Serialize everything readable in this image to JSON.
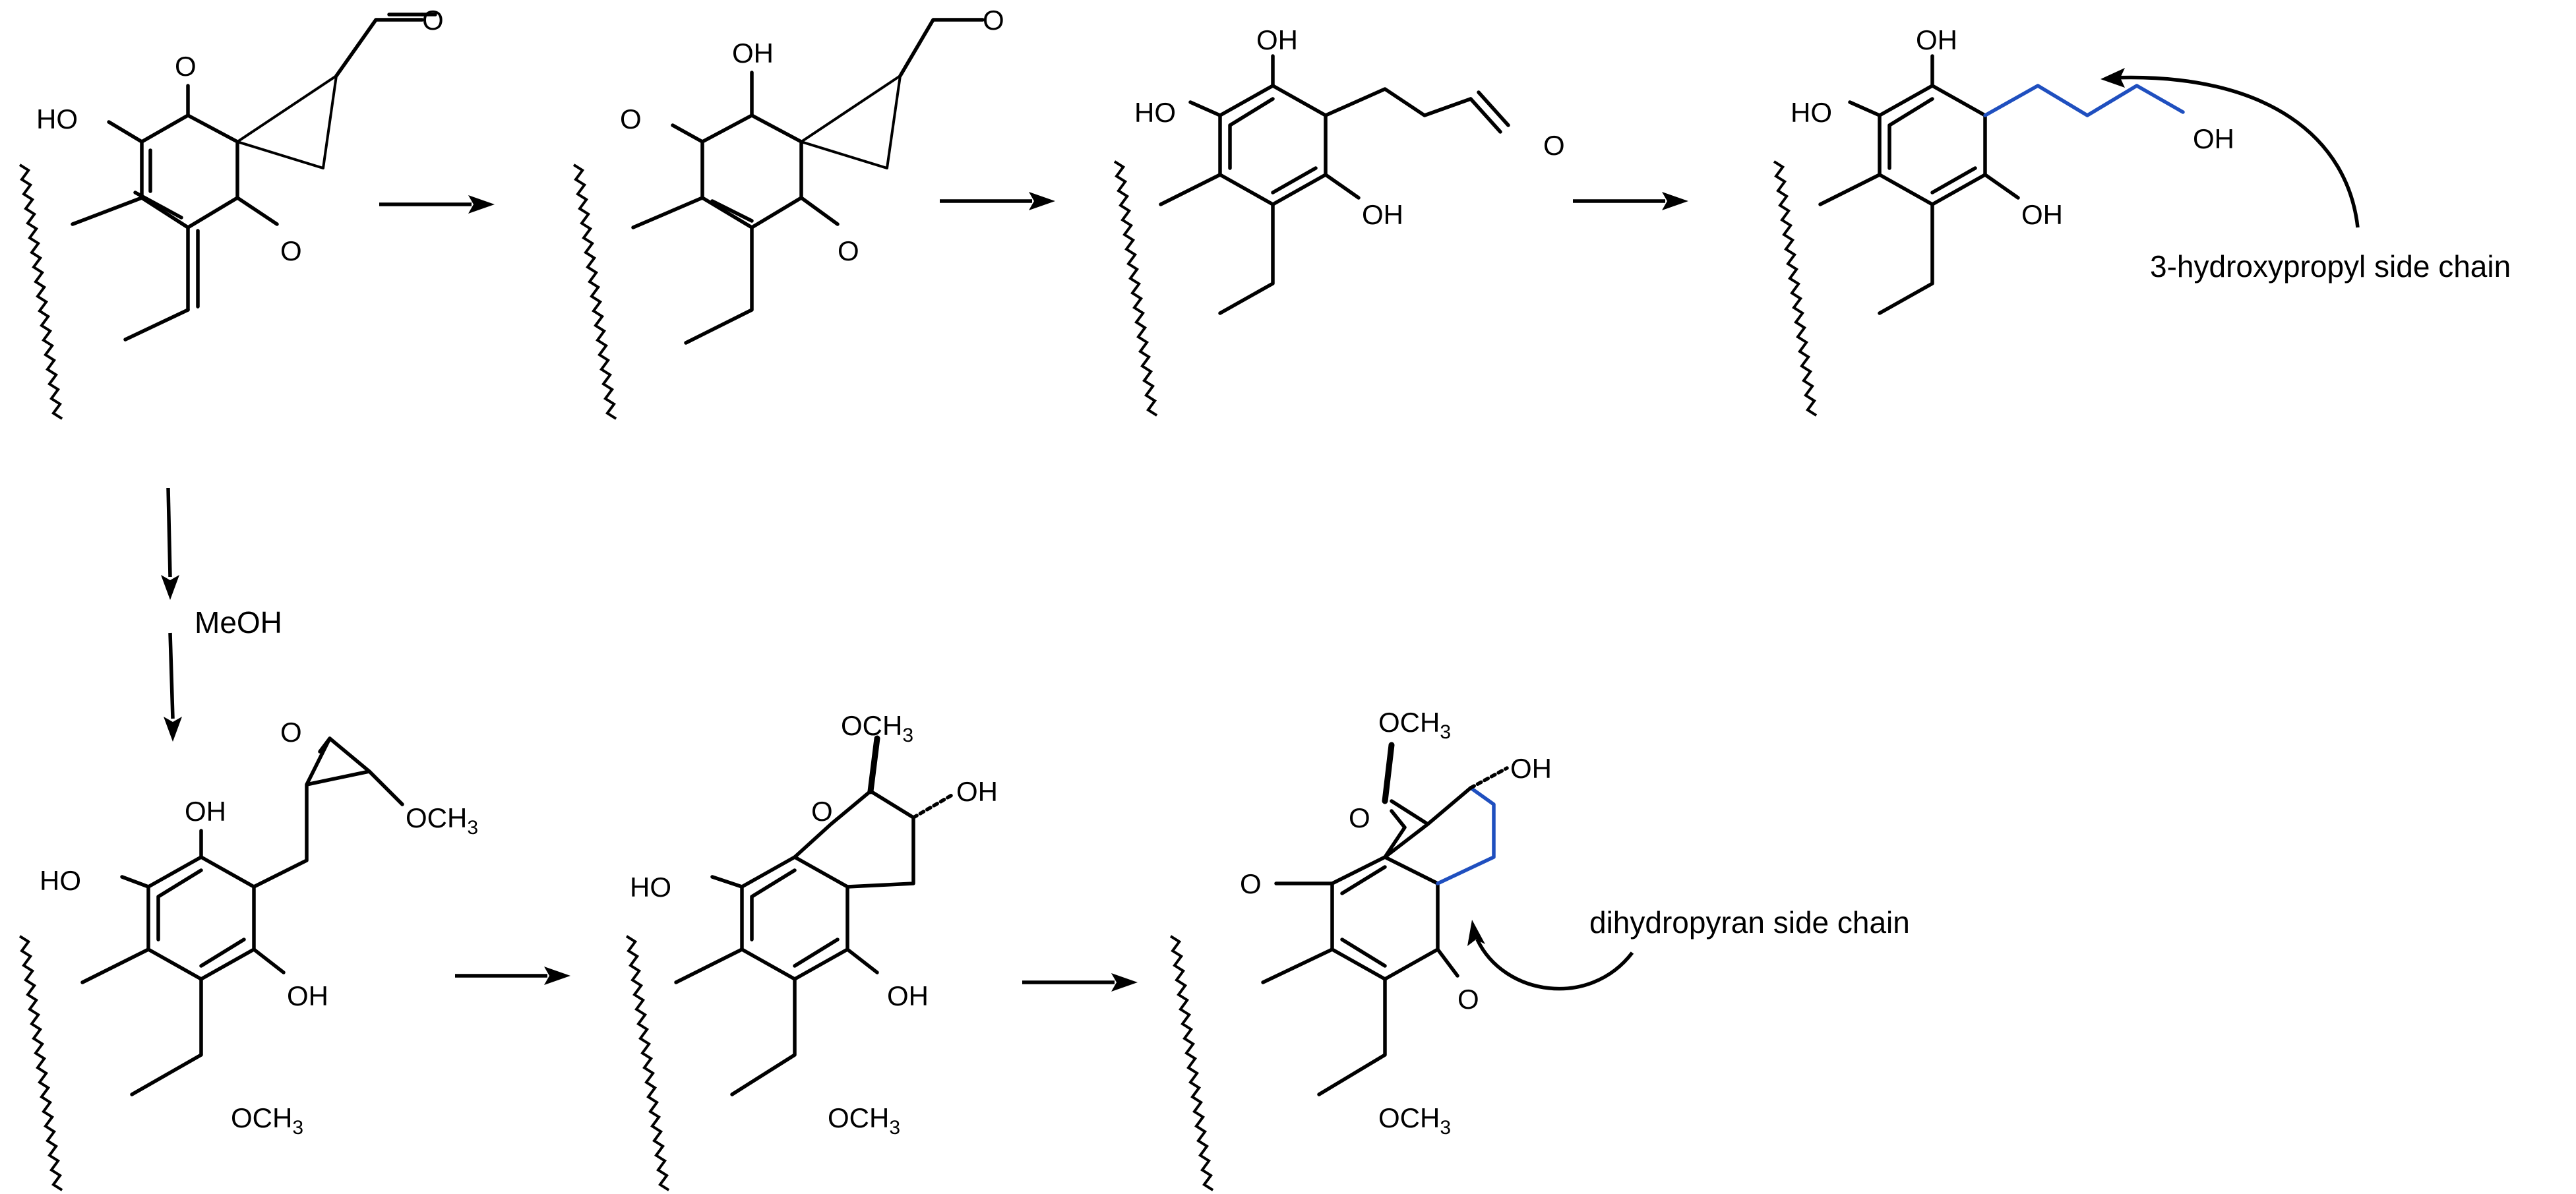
{
  "labels": {
    "oh": "OH",
    "ho": "HO",
    "o": "O",
    "och3_main": "OCH",
    "och3_sub": "3",
    "meoh": "MeOH"
  },
  "annotations": {
    "side_chain_1": "3-hydroxypropyl side chain",
    "side_chain_2": "dihydropyran side chain"
  },
  "colors": {
    "bond": "#000000",
    "highlight": "#1f4fbf",
    "background": "#ffffff"
  }
}
